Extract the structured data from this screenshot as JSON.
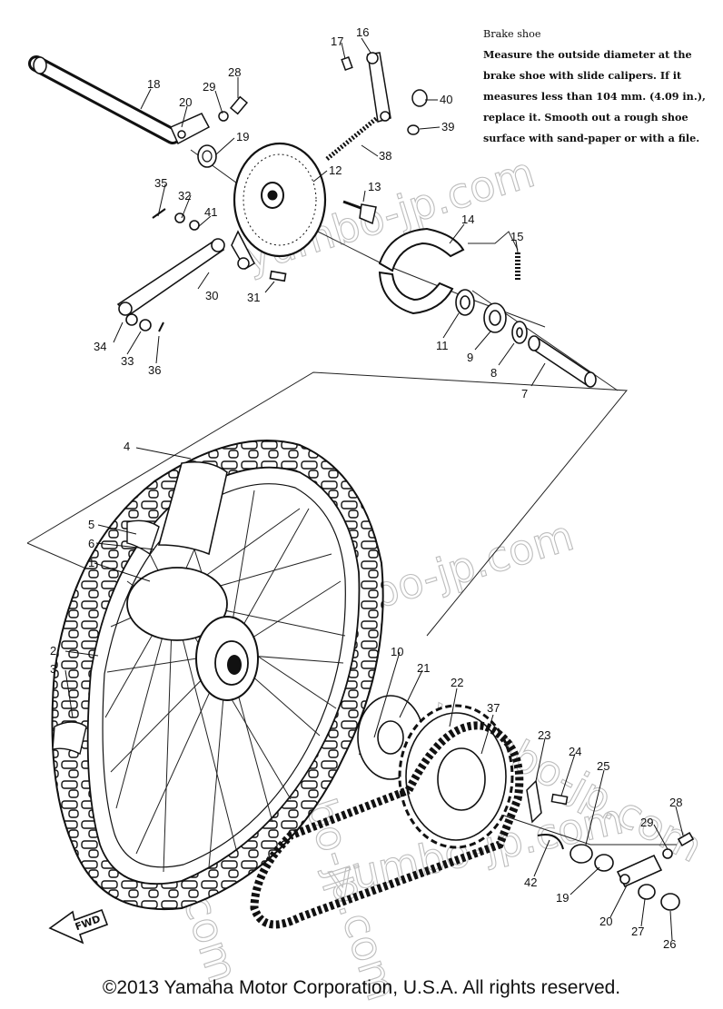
{
  "note": {
    "title": "Brake shoe",
    "body": "Measure the outside diameter at the brake shoe with slide calipers. If it measures less than 104 mm. (4.09 in.), replace it. Smooth out a rough shoe surface with sand-paper or with a file."
  },
  "watermark": "yumbo-jp.com",
  "fwd_label": "FWD",
  "copyright": "©2013 Yamaha Motor Corporation, U.S.A. All rights reserved.",
  "callouts": [
    "1",
    "2",
    "3",
    "4",
    "5",
    "6",
    "7",
    "8",
    "9",
    "10",
    "11",
    "12",
    "13",
    "14",
    "15",
    "16",
    "17",
    "18",
    "19",
    "20",
    "21",
    "22",
    "23",
    "24",
    "25",
    "26",
    "27",
    "28",
    "29",
    "30",
    "31",
    "32",
    "33",
    "34",
    "35",
    "36",
    "37",
    "38",
    "39",
    "40",
    "41",
    "42"
  ]
}
